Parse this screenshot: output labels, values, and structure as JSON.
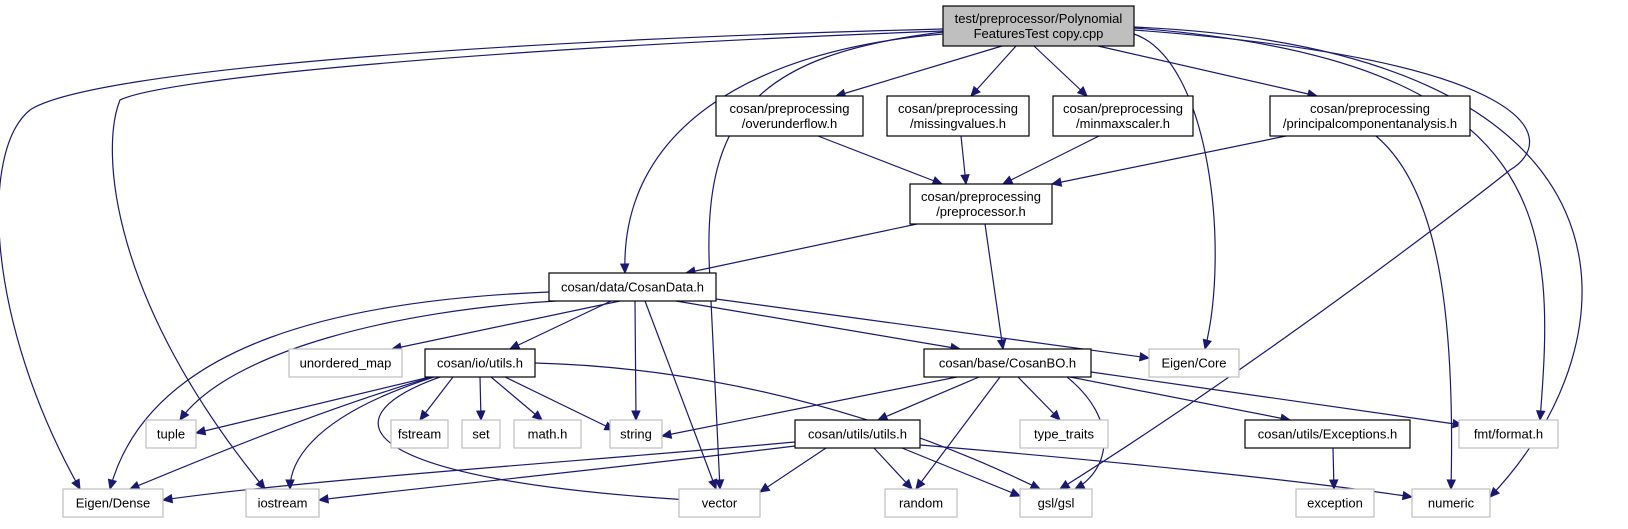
{
  "diagram": {
    "nodes": [
      {
        "id": "root",
        "label": "test/preprocessor/Polynomial\nFeaturesTest copy.cpp",
        "kind": "root"
      },
      {
        "id": "overunderflow",
        "label": "cosan/preprocessing\n/overunderflow.h",
        "kind": "internal"
      },
      {
        "id": "missingvalues",
        "label": "cosan/preprocessing\n/missingvalues.h",
        "kind": "internal"
      },
      {
        "id": "minmaxscaler",
        "label": "cosan/preprocessing\n/minmaxscaler.h",
        "kind": "internal"
      },
      {
        "id": "pca",
        "label": "cosan/preprocessing\n/principalcomponentanalysis.h",
        "kind": "internal"
      },
      {
        "id": "preprocessor",
        "label": "cosan/preprocessing\n/preprocessor.h",
        "kind": "internal"
      },
      {
        "id": "cosandata",
        "label": "cosan/data/CosanData.h",
        "kind": "internal"
      },
      {
        "id": "unordered_map",
        "label": "unordered_map",
        "kind": "external"
      },
      {
        "id": "ioutils",
        "label": "cosan/io/utils.h",
        "kind": "internal"
      },
      {
        "id": "cosanbo",
        "label": "cosan/base/CosanBO.h",
        "kind": "internal"
      },
      {
        "id": "eigencore",
        "label": "Eigen/Core",
        "kind": "external"
      },
      {
        "id": "tuple",
        "label": "tuple",
        "kind": "external"
      },
      {
        "id": "fstream",
        "label": "fstream",
        "kind": "external"
      },
      {
        "id": "set",
        "label": "set",
        "kind": "external"
      },
      {
        "id": "math",
        "label": "math.h",
        "kind": "external"
      },
      {
        "id": "string",
        "label": "string",
        "kind": "external"
      },
      {
        "id": "type_traits",
        "label": "type_traits",
        "kind": "external"
      },
      {
        "id": "exceptions",
        "label": "cosan/utils/Exceptions.h",
        "kind": "internal"
      },
      {
        "id": "fmt",
        "label": "fmt/format.h",
        "kind": "external"
      },
      {
        "id": "utilsutils",
        "label": "cosan/utils/utils.h",
        "kind": "internal"
      },
      {
        "id": "eigendense",
        "label": "Eigen/Dense",
        "kind": "external"
      },
      {
        "id": "iostream",
        "label": "iostream",
        "kind": "external"
      },
      {
        "id": "vector",
        "label": "vector",
        "kind": "external"
      },
      {
        "id": "random",
        "label": "random",
        "kind": "external"
      },
      {
        "id": "gsl",
        "label": "gsl/gsl",
        "kind": "external"
      },
      {
        "id": "exception",
        "label": "exception",
        "kind": "external"
      },
      {
        "id": "numeric",
        "label": "numeric",
        "kind": "external"
      }
    ],
    "edges": [
      [
        "root",
        "overunderflow"
      ],
      [
        "root",
        "missingvalues"
      ],
      [
        "root",
        "minmaxscaler"
      ],
      [
        "root",
        "pca"
      ],
      [
        "root",
        "cosandata"
      ],
      [
        "root",
        "vector"
      ],
      [
        "root",
        "eigencore"
      ],
      [
        "root",
        "gsl"
      ],
      [
        "root",
        "fmt"
      ],
      [
        "root",
        "numeric"
      ],
      [
        "root",
        "eigendense"
      ],
      [
        "root",
        "iostream"
      ],
      [
        "overunderflow",
        "preprocessor"
      ],
      [
        "missingvalues",
        "preprocessor"
      ],
      [
        "minmaxscaler",
        "preprocessor"
      ],
      [
        "pca",
        "preprocessor"
      ],
      [
        "pca",
        "numeric"
      ],
      [
        "preprocessor",
        "cosandata"
      ],
      [
        "preprocessor",
        "cosanbo"
      ],
      [
        "cosandata",
        "unordered_map"
      ],
      [
        "cosandata",
        "ioutils"
      ],
      [
        "cosandata",
        "cosanbo"
      ],
      [
        "cosandata",
        "eigencore"
      ],
      [
        "cosandata",
        "tuple"
      ],
      [
        "cosandata",
        "string"
      ],
      [
        "cosandata",
        "vector"
      ],
      [
        "cosandata",
        "eigendense"
      ],
      [
        "ioutils",
        "tuple"
      ],
      [
        "ioutils",
        "fstream"
      ],
      [
        "ioutils",
        "set"
      ],
      [
        "ioutils",
        "math"
      ],
      [
        "ioutils",
        "string"
      ],
      [
        "ioutils",
        "eigendense"
      ],
      [
        "ioutils",
        "iostream"
      ],
      [
        "ioutils",
        "vector"
      ],
      [
        "ioutils",
        "gsl"
      ],
      [
        "cosanbo",
        "string"
      ],
      [
        "cosanbo",
        "type_traits"
      ],
      [
        "cosanbo",
        "exceptions"
      ],
      [
        "cosanbo",
        "fmt"
      ],
      [
        "cosanbo",
        "utilsutils"
      ],
      [
        "cosanbo",
        "random"
      ],
      [
        "cosanbo",
        "gsl"
      ],
      [
        "exceptions",
        "exception"
      ],
      [
        "utilsutils",
        "eigendense"
      ],
      [
        "utilsutils",
        "iostream"
      ],
      [
        "utilsutils",
        "vector"
      ],
      [
        "utilsutils",
        "random"
      ],
      [
        "utilsutils",
        "gsl"
      ],
      [
        "utilsutils",
        "numeric"
      ]
    ],
    "colors": {
      "edge": "#191970",
      "root_fill": "#bfbfbf",
      "external_border": "#bfbfbf",
      "internal_border": "#000000"
    }
  }
}
